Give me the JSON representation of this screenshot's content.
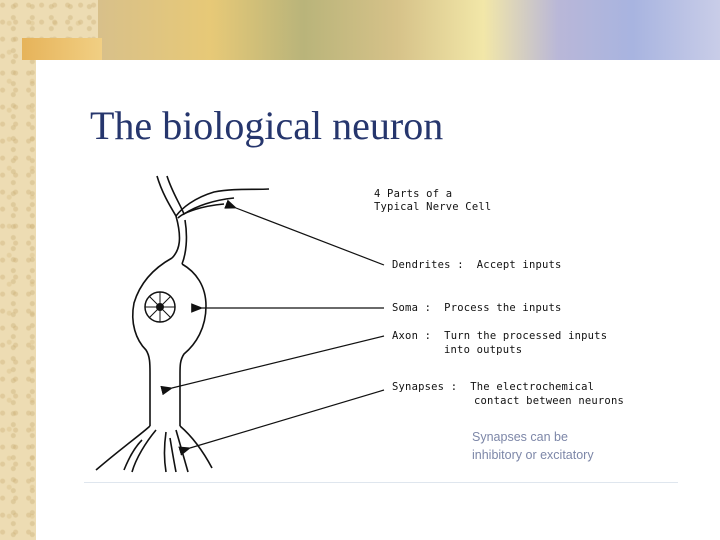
{
  "slide": {
    "title": "The biological neuron"
  },
  "diagram": {
    "header_line1": "4 Parts of a",
    "header_line2": "Typical Nerve Cell",
    "dendrites": "Dendrites :  Accept inputs",
    "soma": "Soma :  Process the inputs",
    "axon_line1": "Axon :  Turn the processed inputs",
    "axon_line2": "into outputs",
    "synapses_line1": "Synapses :  The electrochemical",
    "synapses_line2": "contact between neurons"
  },
  "note": {
    "line1": "Synapses can be",
    "line2": "inhibitory or excitatory"
  }
}
